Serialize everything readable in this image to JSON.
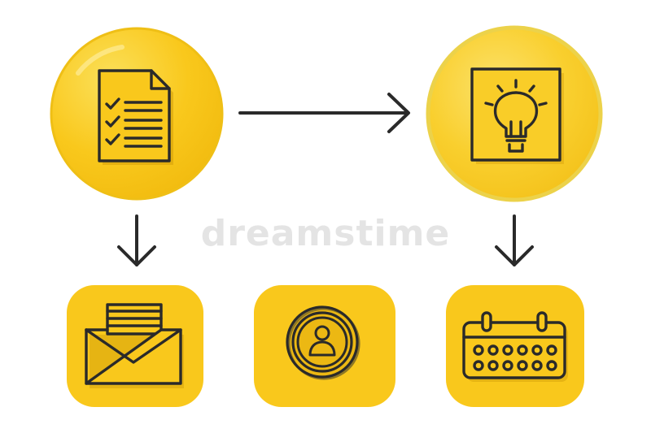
{
  "colors": {
    "circle_fill": "#f9c81c",
    "circle_highlight": "#fbe16a",
    "circle_rim": "#ecbd12",
    "tile_fill": "#f9c81c",
    "ink": "#2a2a2a",
    "watermark": "#e4e4e4"
  },
  "nodes": [
    {
      "id": "checklist",
      "shape": "circle",
      "icon": "checklist-document-icon"
    },
    {
      "id": "idea",
      "shape": "circle",
      "icon": "lightbulb-frame-icon"
    },
    {
      "id": "mail",
      "shape": "rounded-square",
      "icon": "mail-inbox-icon"
    },
    {
      "id": "user",
      "shape": "rounded-square",
      "icon": "user-profile-icon"
    },
    {
      "id": "calendar",
      "shape": "rounded-square",
      "icon": "calendar-icon"
    }
  ],
  "edges": [
    {
      "from": "checklist",
      "to": "idea",
      "direction": "right"
    },
    {
      "from": "checklist",
      "to": "mail",
      "direction": "down"
    },
    {
      "from": "idea",
      "to": "calendar",
      "direction": "down"
    }
  ],
  "watermark": {
    "text": "dreamstime"
  }
}
